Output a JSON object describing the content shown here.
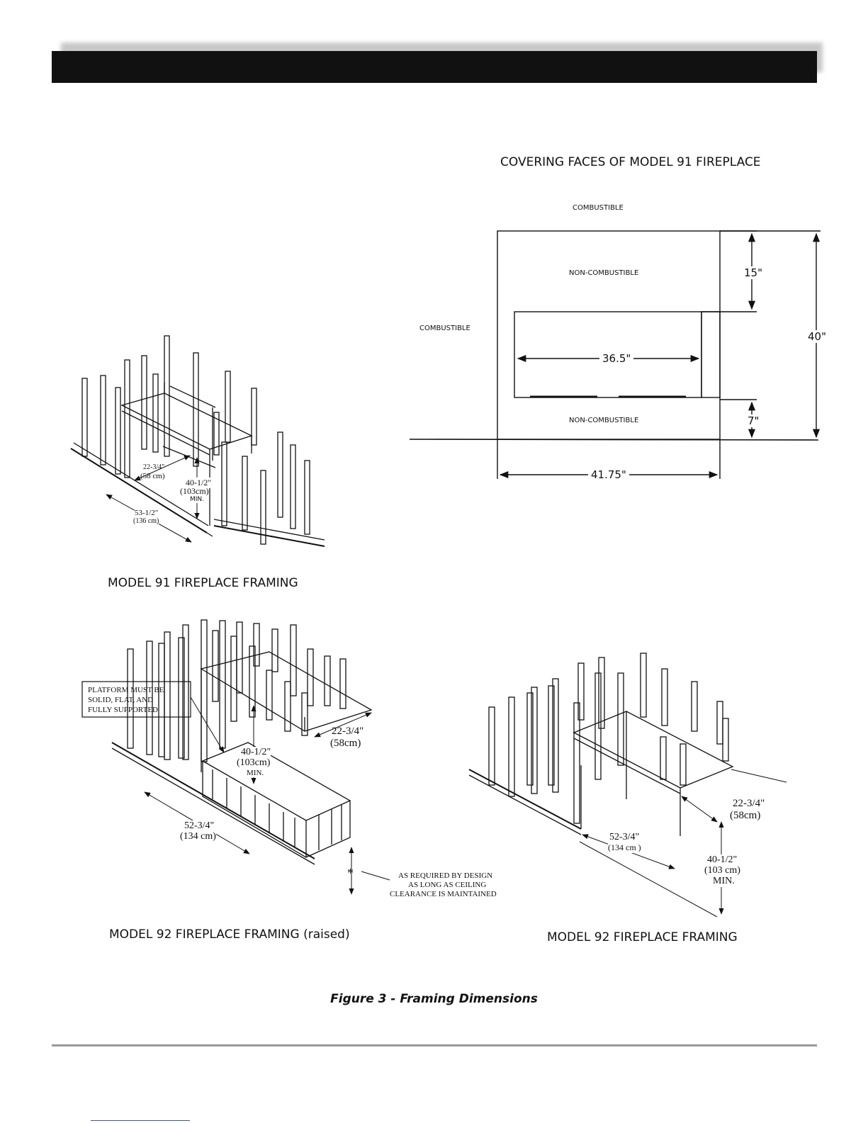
{
  "covering_faces": {
    "title": "COVERING FACES  OF MODEL 91 FIREPLACE",
    "combustible_top": "COMBUSTIBLE",
    "combustible_left": "COMBUSTIBLE",
    "noncombustible_top": "NON-COMBUSTIBLE",
    "noncombustible_bottom": "NON-COMBUSTIBLE",
    "dim_top": "15\"",
    "dim_total": "40\"",
    "dim_opening_width": "36.5\"",
    "dim_bottom": "7\"",
    "dim_total_width": "41.75\""
  },
  "model91": {
    "title": "MODEL 91 FIREPLACE FRAMING",
    "depth": "22-3/4\"",
    "depth_cm": "(58 cm)",
    "height": "40-1/2\"",
    "height_cm": "(103cm)",
    "height_note": "MIN.",
    "width": "53-1/2\"",
    "width_cm": "(136 cm)"
  },
  "model92_raised": {
    "title": "MODEL 92 FIREPLACE FRAMING (raised)",
    "callout_line1": "PLATFORM MUST BE",
    "callout_line2": "SOLID, FLAT, AND",
    "callout_line3": "FULLY SUPPORTED",
    "depth": "22-3/4\"",
    "depth_cm": "(58cm)",
    "height": "40-1/2\"",
    "height_cm": "(103cm)",
    "height_note": "MIN.",
    "width": "52-3/4\"",
    "width_cm": "(134 cm)",
    "asterisk": "*",
    "note_line1": "AS REQUIRED BY DESIGN",
    "note_line2": "AS LONG AS CEILING",
    "note_line3": "CLEARANCE IS MAINTAINED"
  },
  "model92": {
    "title": "MODEL 92 FIREPLACE FRAMING",
    "depth": "22-3/4\"",
    "depth_cm": "(58cm)",
    "width": "52-3/4\"",
    "width_cm": "(134 cm )",
    "height": "40-1/2\"",
    "height_cm": "(103 cm)",
    "height_note": "MIN."
  },
  "caption": "Figure 3 - Framing Dimensions"
}
